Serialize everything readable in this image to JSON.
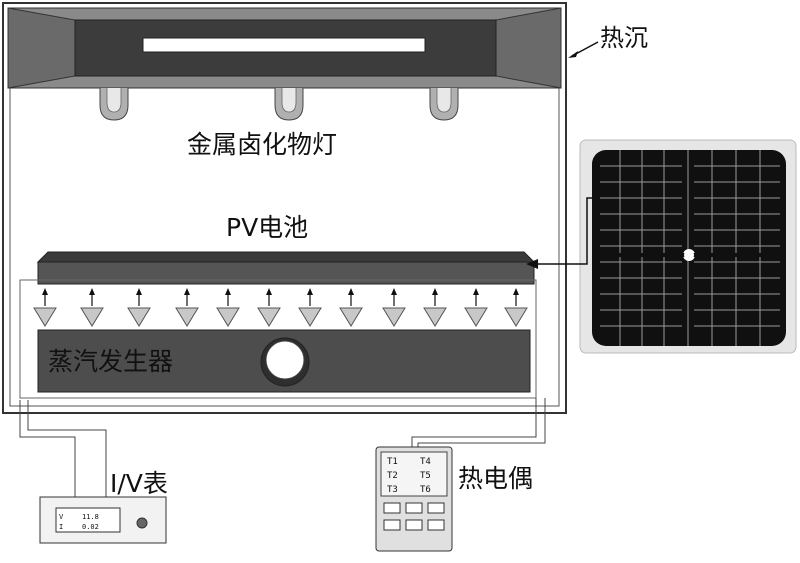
{
  "labels": {
    "heat_sink": "热沉",
    "lamp": "金属卤化物灯",
    "pv_cell": "PV电池",
    "steam_generator": "蒸汽发生器",
    "iv_meter": "I/V表",
    "thermocouple": "热电偶"
  },
  "iv_display": {
    "row1_symbol": "V",
    "row1_value": "11.8",
    "row2_symbol": "I",
    "row2_value": "0.02"
  },
  "thermocouple_display": {
    "channels": [
      "T1",
      "T4",
      "T2",
      "T5",
      "T3",
      "T6"
    ]
  },
  "colors": {
    "heat_sink_dark": "#3c3c3c",
    "heat_sink_mid": "#5a5a5a",
    "panel_dark": "#111111",
    "triangle_fill": "#c8c8c8",
    "steam_body": "#4d4d4d"
  }
}
